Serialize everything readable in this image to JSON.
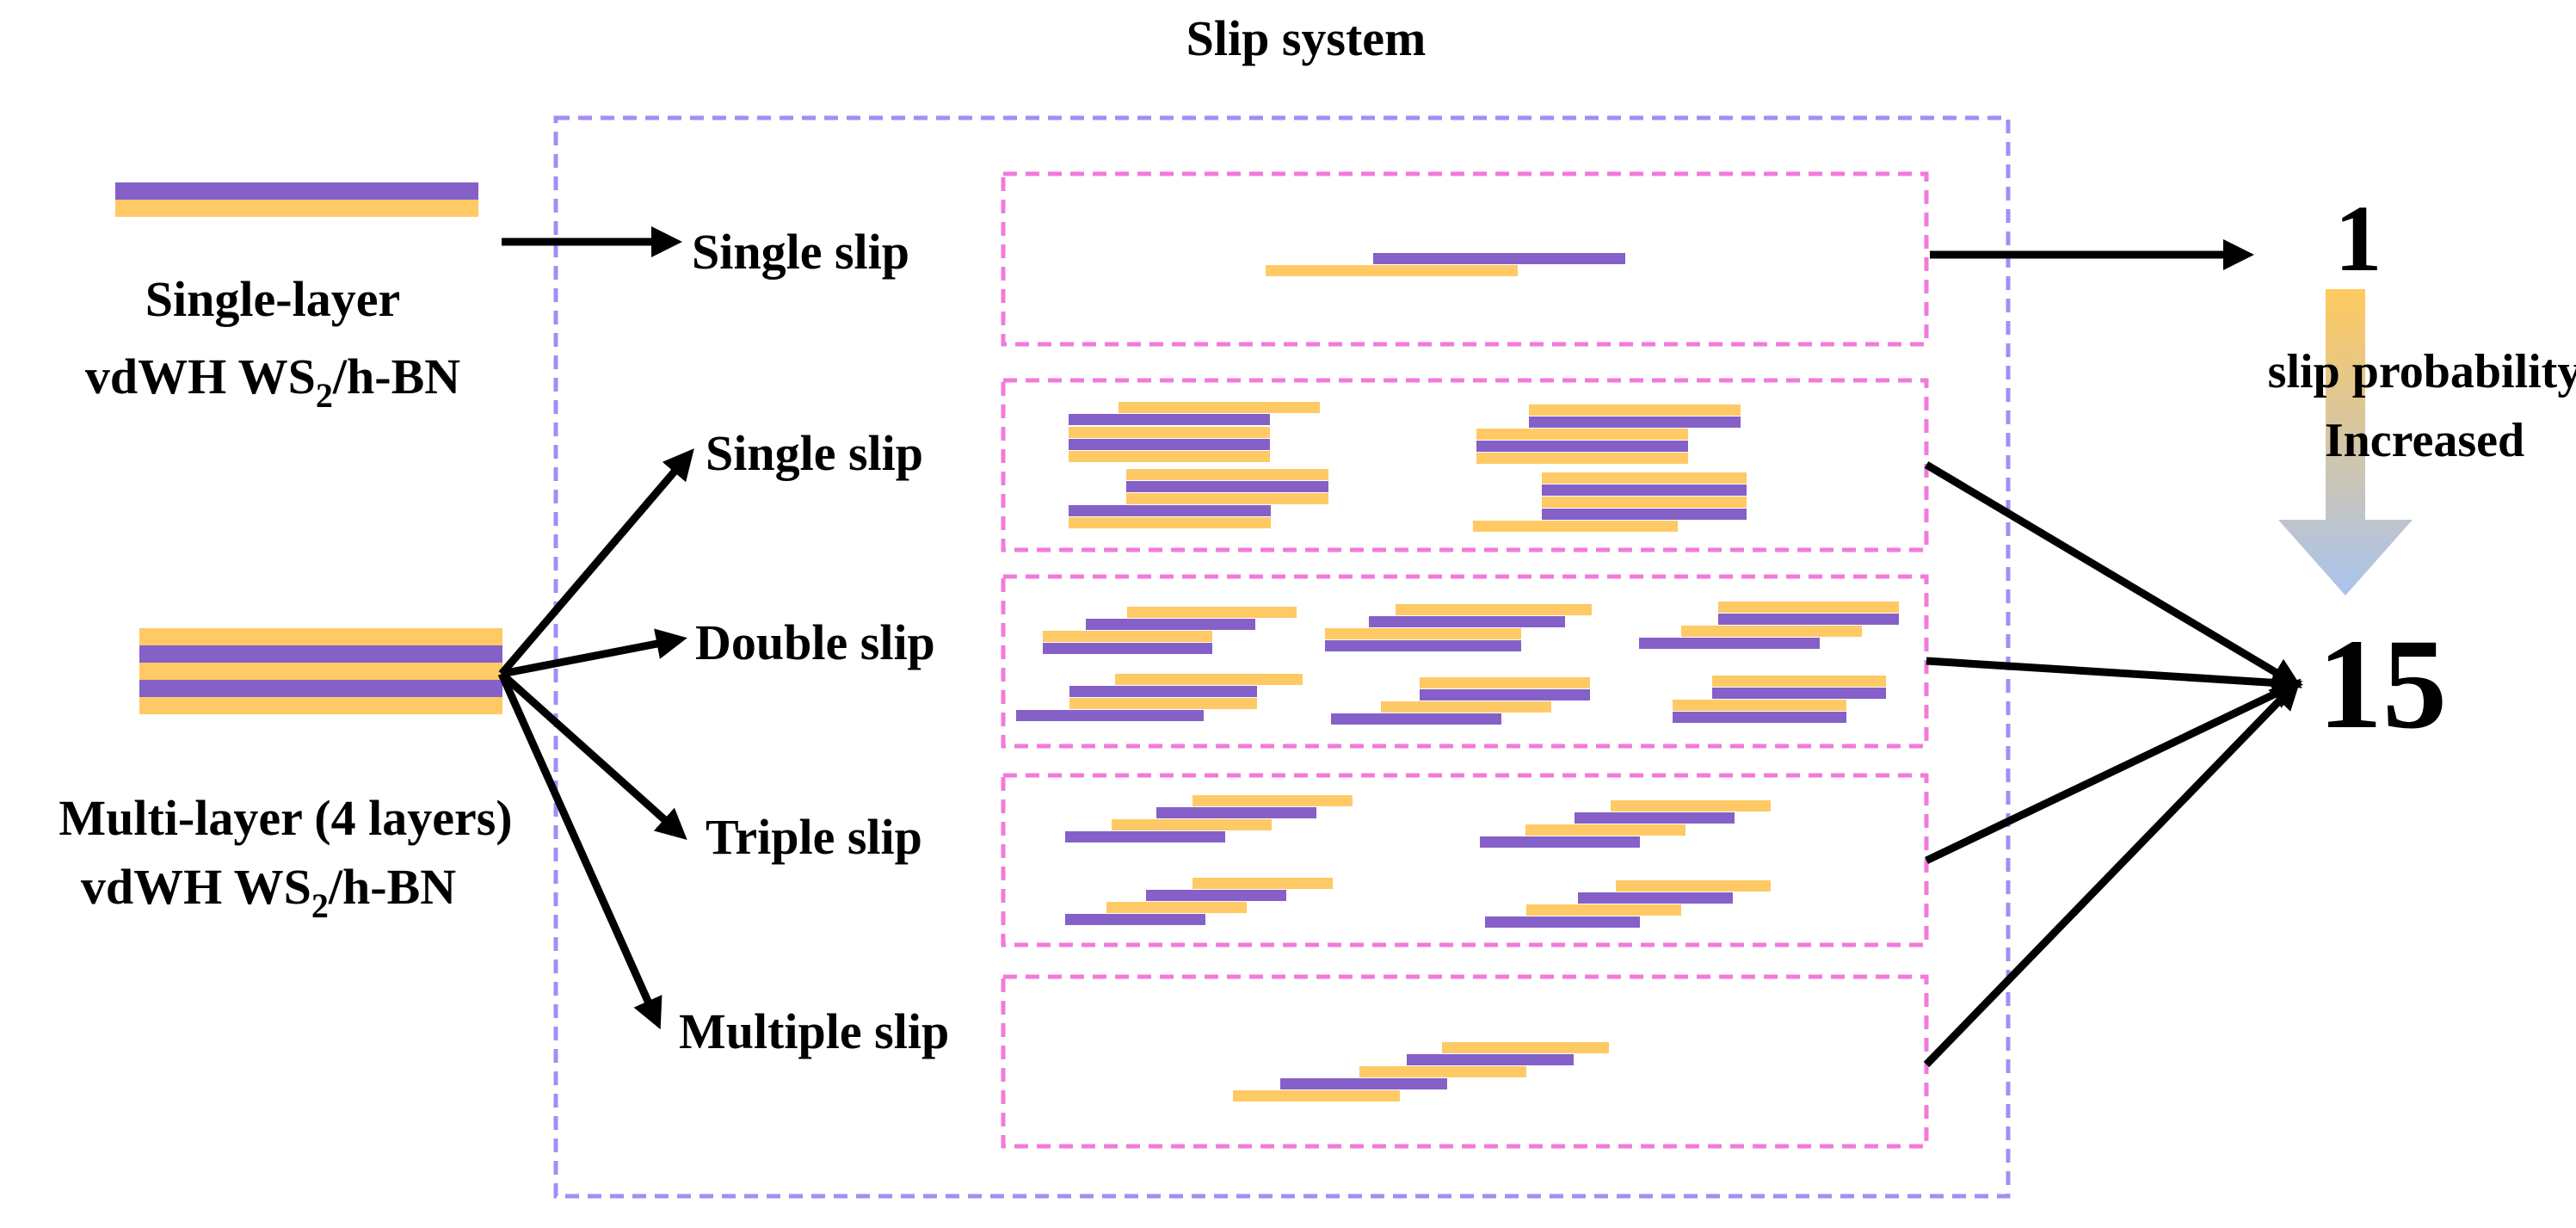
{
  "title": "Slip system",
  "colors": {
    "purple": "#8560C8",
    "yellow": "#FFC966",
    "outer_frame": "#A58CF5",
    "inner_frame": "#F27ADB",
    "arrow": "#000000",
    "gradient_top": "#FFC95E",
    "gradient_bottom": "#A9C3EE"
  },
  "inputs": {
    "single": {
      "line1": "Single-layer",
      "line2_main": "vdWH WS",
      "line2_sub": "2",
      "line2_rest": "/h-BN"
    },
    "multi": {
      "line1": "Multi-layer (4 layers)",
      "line2_main": "vdWH WS",
      "line2_sub": "2",
      "line2_rest": "/h-BN"
    }
  },
  "rows": [
    {
      "label": "Single slip"
    },
    {
      "label": "Single slip"
    },
    {
      "label": "Double slip"
    },
    {
      "label": "Triple slip"
    },
    {
      "label": "Multiple slip"
    }
  ],
  "result": {
    "min_value": "1",
    "max_value": "15",
    "gradient_label_line1": "slip probability",
    "gradient_label_line2": "Increased"
  }
}
